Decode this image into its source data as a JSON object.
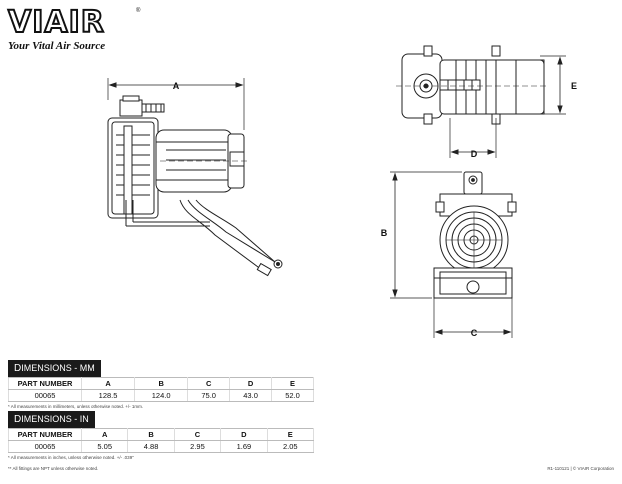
{
  "brand": {
    "name": "VIAIR",
    "registered": "®",
    "tagline": "Your Vital Air Source"
  },
  "dimension_labels": {
    "a": "A",
    "b": "B",
    "c": "C",
    "d": "D",
    "e": "E"
  },
  "tables": [
    {
      "title_prefix": "D",
      "title_rest": "IMENSIONS - MM",
      "columns": [
        "PART NUMBER",
        "A",
        "B",
        "C",
        "D",
        "E"
      ],
      "rows": [
        [
          "00065",
          "128.5",
          "124.0",
          "75.0",
          "43.0",
          "52.0"
        ]
      ],
      "note": "* All measurements in millimeters, unless otherwise noted. +/- 1mm."
    },
    {
      "title_prefix": "D",
      "title_rest": "IMENSIONS - IN",
      "columns": [
        "PART NUMBER",
        "A",
        "B",
        "C",
        "D",
        "E"
      ],
      "rows": [
        [
          "00065",
          "5.05",
          "4.88",
          "2.95",
          "1.69",
          "2.05"
        ]
      ],
      "note": "* All measurements in inches, unless otherwise noted. +/- .039\""
    }
  ],
  "footer": {
    "left": "** All fittings are NPT unless otherwise noted.",
    "right": "R1-110121  |  © VIAIR Corporation"
  }
}
